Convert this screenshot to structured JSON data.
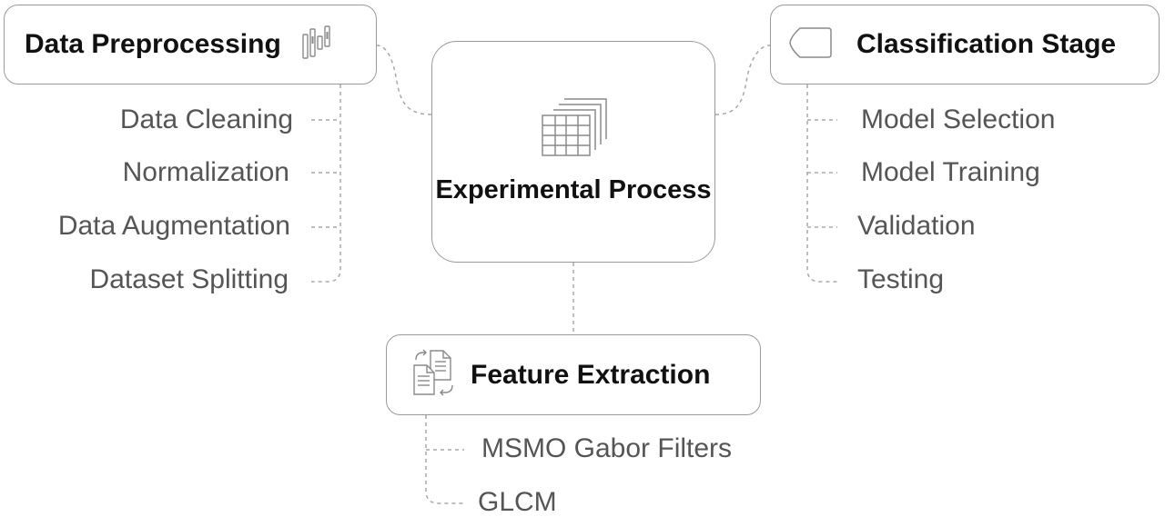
{
  "center": {
    "title": "Experimental Process",
    "icon": "spreadsheet-stack-icon"
  },
  "preprocessing": {
    "title": "Data Preprocessing",
    "icon": "columns-chart-icon",
    "items": [
      "Data Cleaning",
      "Normalization",
      "Data Augmentation",
      "Dataset Splitting"
    ]
  },
  "classification": {
    "title": "Classification Stage",
    "icon": "tag-shape-icon",
    "items": [
      "Model Selection",
      "Model Training",
      "Validation",
      "Testing"
    ]
  },
  "feature_extraction": {
    "title": "Feature Extraction",
    "icon": "document-swap-icon",
    "items": [
      "MSMO Gabor Filters",
      "GLCM"
    ]
  },
  "colors": {
    "border": "#9a9a9a",
    "connector": "#a8a8a8",
    "title_text": "#111111",
    "item_text": "#555555"
  }
}
